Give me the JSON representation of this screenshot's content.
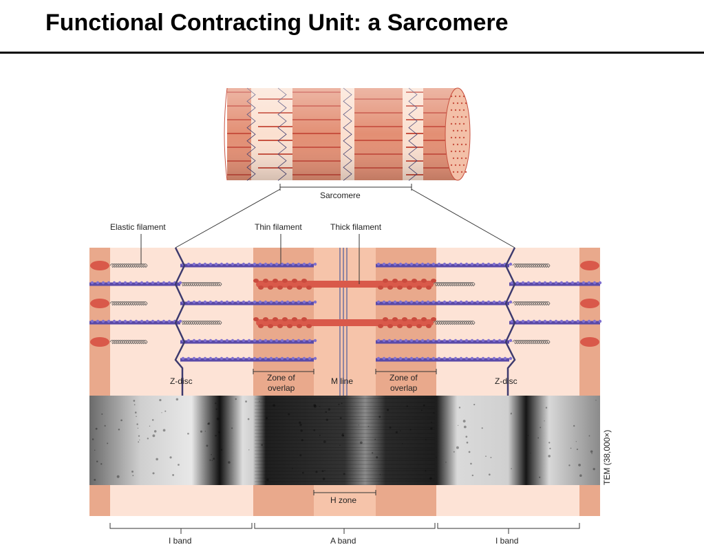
{
  "title": "Functional Contracting Unit: a Sarcomere",
  "labels": {
    "sarcomere": "Sarcomere",
    "elastic_filament": "Elastic filament",
    "thin_filament": "Thin filament",
    "thick_filament": "Thick filament",
    "z_disc_left": "Z-disc",
    "z_disc_right": "Z-disc",
    "zone_overlap_left_1": "Zone of",
    "zone_overlap_left_2": "overlap",
    "zone_overlap_right_1": "Zone of",
    "zone_overlap_right_2": "overlap",
    "m_line": "M line",
    "h_zone": "H zone",
    "i_band_left": "I band",
    "a_band": "A band",
    "i_band_right": "I band",
    "tem": "TEM (38,000×)"
  },
  "colors": {
    "band_dark": "#e9a98c",
    "band_light": "#fde3d6",
    "band_mid": "#f6c4aa",
    "thin_filament": "#5a4aa8",
    "thick_filament": "#d9594a",
    "outline": "#3d3a6e"
  }
}
